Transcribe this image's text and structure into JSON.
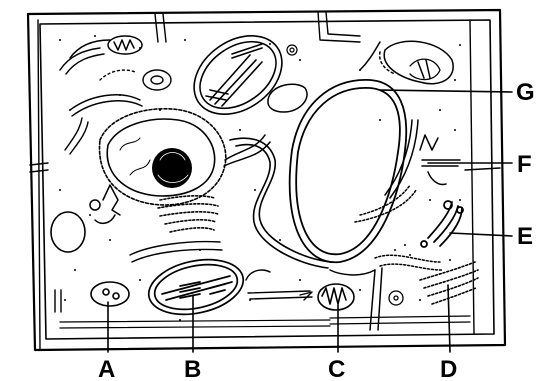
{
  "figure": {
    "labels": [
      {
        "key": "A",
        "text": "A"
      },
      {
        "key": "B",
        "text": "B"
      },
      {
        "key": "C",
        "text": "C"
      },
      {
        "key": "D",
        "text": "D"
      },
      {
        "key": "E",
        "text": "E"
      },
      {
        "key": "F",
        "text": "F"
      },
      {
        "key": "G",
        "text": "G"
      }
    ],
    "colors": {
      "ink": "#000000",
      "background": "#ffffff"
    }
  }
}
